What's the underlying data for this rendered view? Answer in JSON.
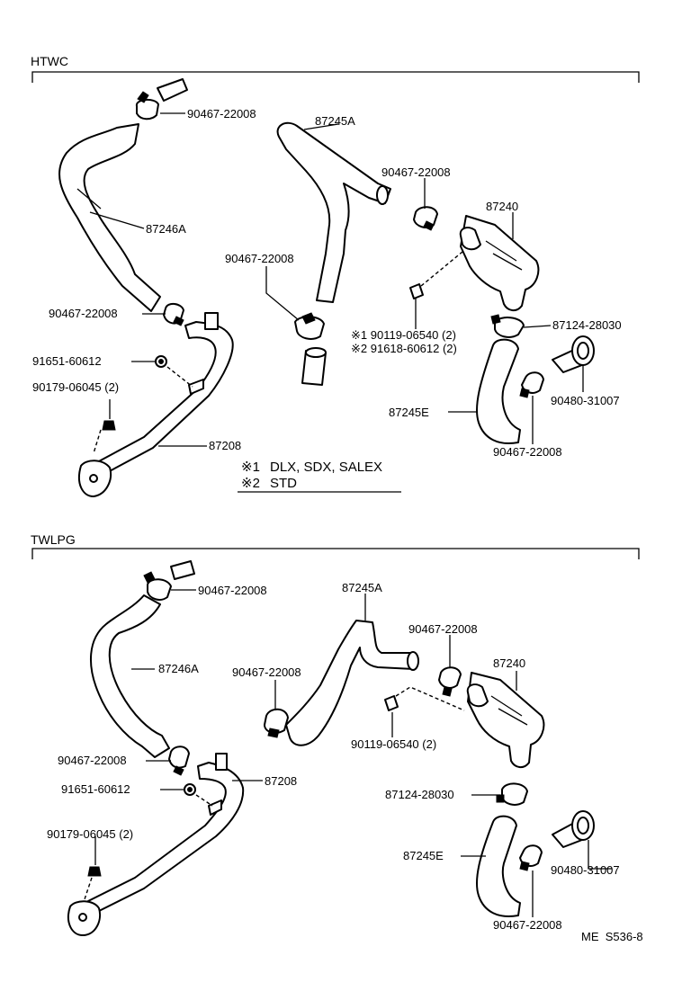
{
  "sections": {
    "top": "HTWC",
    "bottom": "TWLPG"
  },
  "top": {
    "labels": {
      "clamp_top_left": "90467-22008",
      "hose_87245a": "87245A",
      "clamp_mid_right": "90467-22008",
      "valve_87240": "87240",
      "hose_87246a": "87246A",
      "clamp_mid": "90467-22008",
      "clamp_left_lower": "90467-22008",
      "clamp_87124": "87124-28030",
      "bolt_note1": "※1 90119-06540 (2)",
      "bolt_note2": "※2 91618-60612 (2)",
      "nut_91651": "91651-60612",
      "bolt_90179": "90179-06045 (2)",
      "pipe_87208": "87208",
      "hose_87245e": "87245E",
      "grommet_90480": "90480-31007",
      "clamp_bottom": "90467-22008"
    },
    "legend": [
      {
        "mark": "※1",
        "text": "DLX, SDX, SALEX"
      },
      {
        "mark": "※2",
        "text": "STD"
      }
    ]
  },
  "bottom": {
    "labels": {
      "clamp_top_left": "90467-22008",
      "hose_87245a": "87245A",
      "clamp_right": "90467-22008",
      "hose_87246a": "87246A",
      "clamp_mid": "90467-22008",
      "valve_87240": "87240",
      "bolt_90119": "90119-06540 (2)",
      "clamp_left_lower": "90467-22008",
      "pipe_87208": "87208",
      "nut_91651": "91651-60612",
      "clamp_87124": "87124-28030",
      "bolt_90179": "90179-06045 (2)",
      "hose_87245e": "87245E",
      "grommet_90480": "90480-31007",
      "clamp_bottom": "90467-22008"
    }
  },
  "footer": {
    "code": "ME  S536-8"
  }
}
